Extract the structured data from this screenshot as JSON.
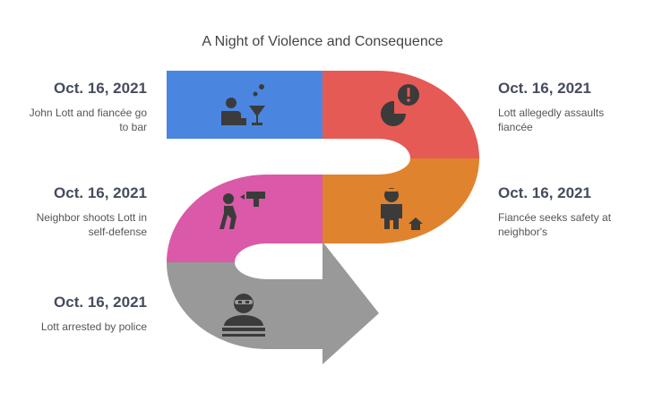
{
  "title": "A Night of Violence and Consequence",
  "events": [
    {
      "date": "Oct. 16, 2021",
      "description": "John Lott and fiancée go to bar",
      "color": "#4a86e0",
      "icon": "bar-drinks-icon"
    },
    {
      "date": "Oct. 16, 2021",
      "description": "Lott allegedly assaults fiancée",
      "color": "#e55a55",
      "icon": "assault-alert-icon"
    },
    {
      "date": "Oct. 16, 2021",
      "description": "Fiancée seeks safety at neighbor's",
      "color": "#e0832e",
      "icon": "person-house-icon"
    },
    {
      "date": "Oct. 16, 2021",
      "description": "Neighbor shoots Lott in self-defense",
      "color": "#da59a9",
      "icon": "gunshot-icon"
    },
    {
      "date": "Oct. 16, 2021",
      "description": "Lott arrested by police",
      "color": "#999999",
      "icon": "arrested-burglar-icon"
    }
  ]
}
